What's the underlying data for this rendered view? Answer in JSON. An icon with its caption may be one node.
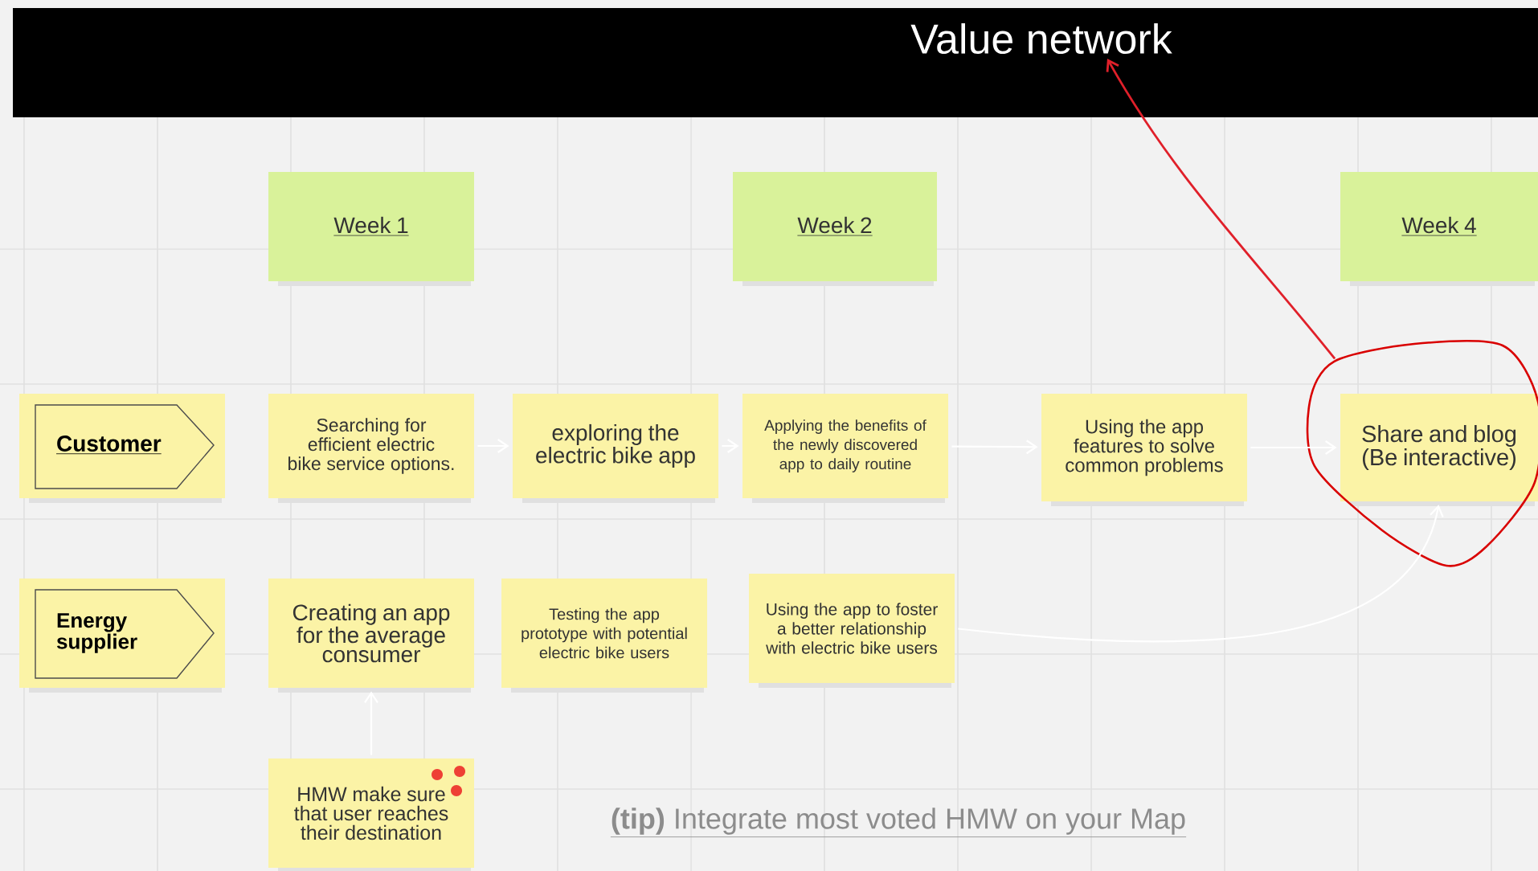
{
  "diagram": {
    "nodes": [
      {
        "text": [
          "Value network"
        ]
      },
      {
        "text": [
          "Week 1"
        ]
      },
      {
        "text": [
          "Week 2"
        ]
      },
      {
        "text": [
          "Week 4"
        ]
      },
      {
        "text": [
          "Customer"
        ]
      },
      {
        "text": [
          "Searching for efficient electric bike service options."
        ]
      },
      {
        "text": [
          "exploring the electric bike app"
        ]
      },
      {
        "text": [
          "Applying the benefits of the newly discovered app to daily routine"
        ]
      },
      {
        "text": [
          "Using the app features to solve common problems"
        ]
      },
      {
        "text": [
          "Share and blog (Be interactive)"
        ]
      },
      {
        "text": [
          "Energy supplier"
        ]
      },
      {
        "text": [
          "Creating an app for the average consumer"
        ]
      },
      {
        "text": [
          "Testing the app prototype with potential electric bike users"
        ]
      },
      {
        "text": [
          "Using the app to foster a better relationship with electric bike users"
        ]
      },
      {
        "text": [
          "HMW make sure that user reaches their  destination"
        ]
      }
    ],
    "edges": [
      {
        "from": 5,
        "to": 6,
        "arrow": "to"
      },
      {
        "from": 6,
        "to": 7,
        "arrow": "to"
      },
      {
        "from": 7,
        "to": 8,
        "arrow": "to"
      },
      {
        "from": 8,
        "to": 9,
        "arrow": "to"
      },
      {
        "from": 13,
        "to": 9,
        "arrow": "to"
      },
      {
        "from": 14,
        "to": 11,
        "arrow": "to"
      },
      {
        "from": 9,
        "to": 0,
        "arrow": "to",
        "color": "#e0202a"
      }
    ],
    "labels": [
      "**(tip)** Integrate most voted HMW on your Map"
    ]
  }
}
